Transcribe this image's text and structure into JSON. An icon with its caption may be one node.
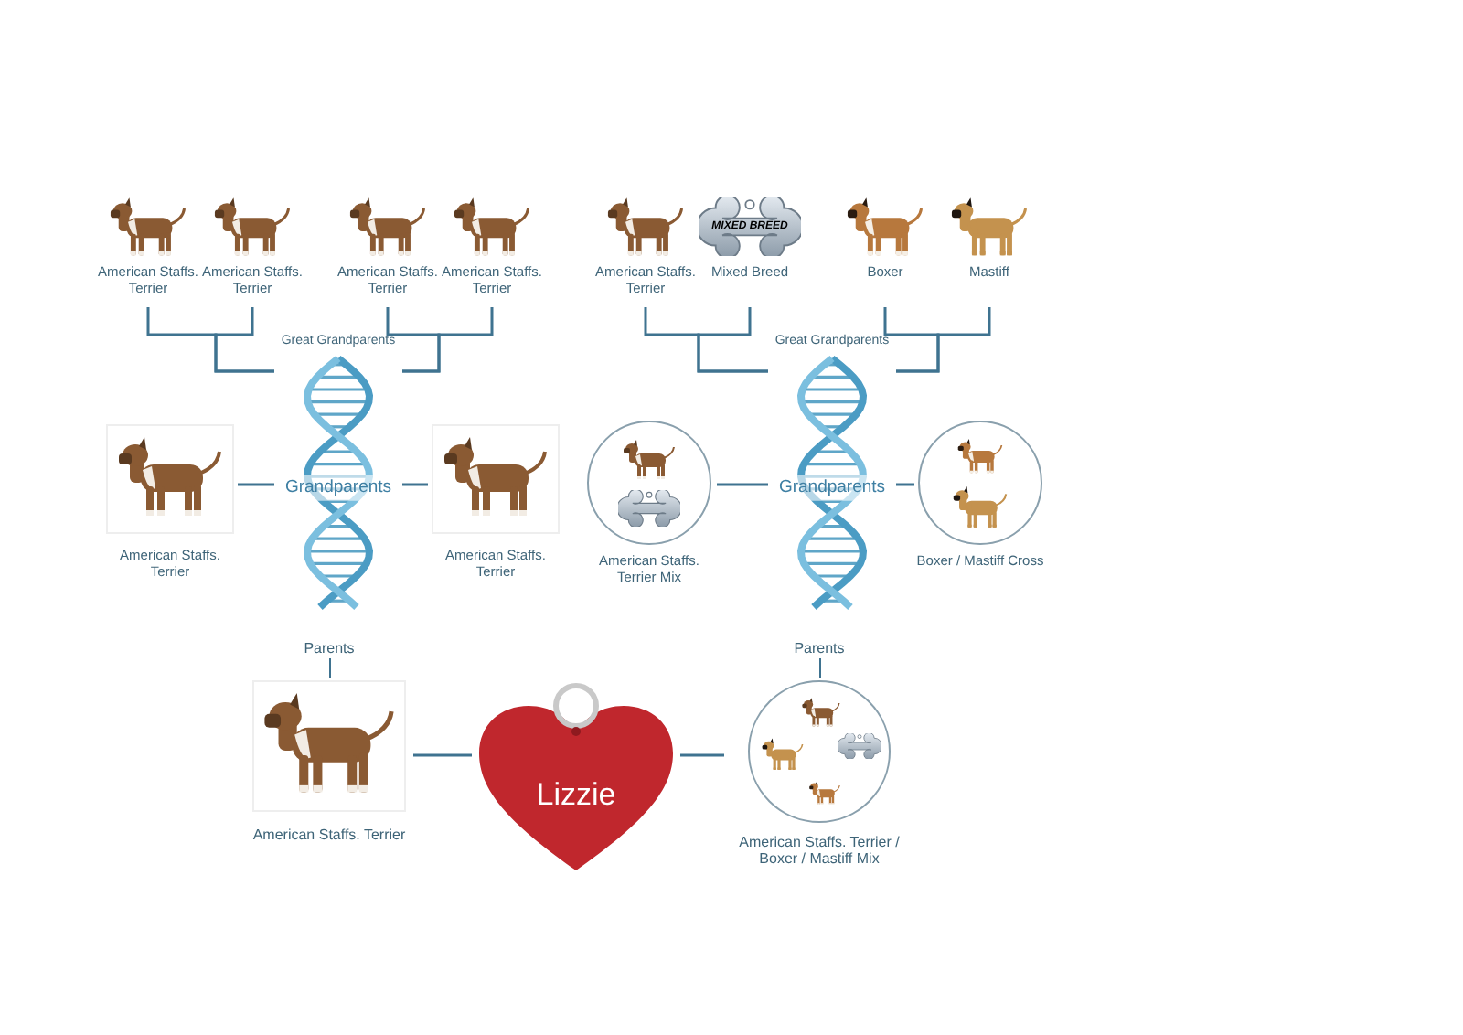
{
  "diagram": {
    "nodes": [
      {
        "text": [
          "American Staffs. Terrier"
        ]
      },
      {
        "text": [
          "American Staffs. Terrier"
        ]
      },
      {
        "text": [
          "American Staffs. Terrier"
        ]
      },
      {
        "text": [
          "American Staffs. Terrier"
        ]
      },
      {
        "text": [
          "American Staffs. Terrier"
        ]
      },
      {
        "text": [
          "Mixed Breed"
        ]
      },
      {
        "text": [
          "Boxer"
        ]
      },
      {
        "text": [
          "Mastiff"
        ]
      },
      {
        "text": [
          "Great Grandparents",
          "Grandparents"
        ]
      },
      {
        "text": [
          "American Staffs. Terrier"
        ]
      },
      {
        "text": [
          "American Staffs. Terrier"
        ]
      },
      {
        "text": [
          "American Staffs. Terrier Mix"
        ]
      },
      {
        "text": [
          "Great Grandparents",
          "Grandparents"
        ]
      },
      {
        "text": [
          "Boxer / Mastiff Cross"
        ]
      },
      {
        "text": [
          "Parents",
          "American Staffs. Terrier"
        ]
      },
      {
        "text": [
          "Lizzie"
        ]
      },
      {
        "text": [
          "Parents",
          "American Staffs. Terrier / Boxer / Mastiff Mix"
        ]
      }
    ],
    "edges": [
      {
        "from": 0,
        "to": 8,
        "arrow": "none"
      },
      {
        "from": 1,
        "to": 8,
        "arrow": "none"
      },
      {
        "from": 2,
        "to": 8,
        "arrow": "none"
      },
      {
        "from": 3,
        "to": 8,
        "arrow": "none"
      },
      {
        "from": 4,
        "to": 12,
        "arrow": "none"
      },
      {
        "from": 5,
        "to": 12,
        "arrow": "none"
      },
      {
        "from": 6,
        "to": 12,
        "arrow": "none"
      },
      {
        "from": 7,
        "to": 12,
        "arrow": "none"
      },
      {
        "from": 9,
        "to": 8,
        "arrow": "none"
      },
      {
        "from": 8,
        "to": 10,
        "arrow": "none"
      },
      {
        "from": 11,
        "to": 12,
        "arrow": "none"
      },
      {
        "from": 12,
        "to": 13,
        "arrow": "none"
      },
      {
        "from": 14,
        "to": 15,
        "arrow": "none"
      },
      {
        "from": 15,
        "to": 16,
        "arrow": "none"
      }
    ],
    "labels": [
      "MIXED BREED"
    ]
  }
}
